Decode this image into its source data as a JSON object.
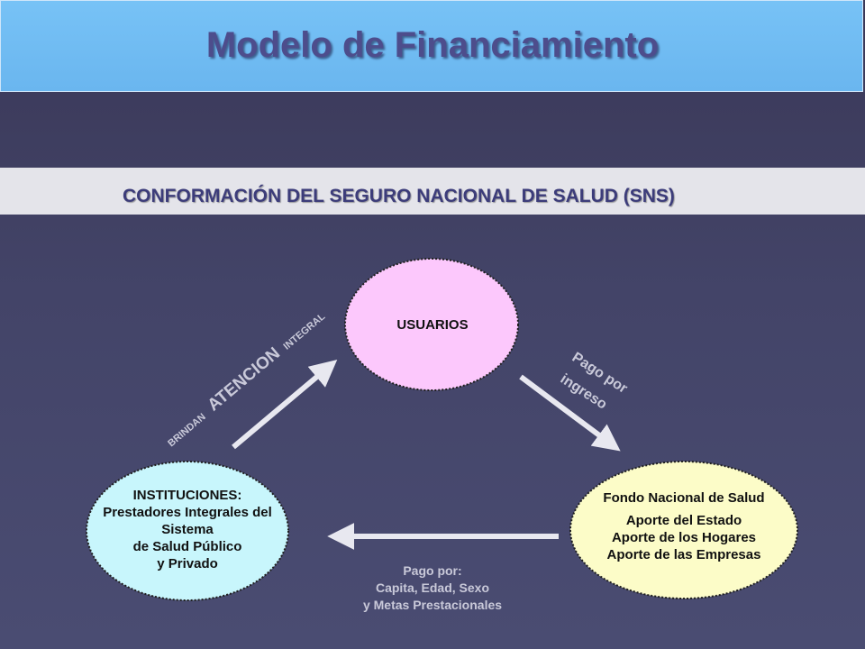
{
  "header": {
    "title": "Modelo de Financiamiento"
  },
  "section": {
    "subtitle": "CONFORMACIÓN DEL SEGURO NACIONAL DE SALUD (SNS)"
  },
  "nodes": {
    "usuarios": {
      "label": "USUARIOS"
    },
    "instituciones": {
      "lines": [
        "INSTITUCIONES:",
        "Prestadores Integrales del",
        "Sistema",
        "de Salud Público",
        "y Privado"
      ]
    },
    "fondo": {
      "title": "Fondo Nacional de Salud",
      "lines": [
        "Aporte del Estado",
        "Aporte de los Hogares",
        "Aporte de las Empresas"
      ]
    }
  },
  "edges": {
    "brindan": {
      "small1": "BRINDAN",
      "big": "ATENCION",
      "small2": "INTEGRAL"
    },
    "pago_ingreso": {
      "line1": "Pago por",
      "line2": "ingreso"
    },
    "pago_por": {
      "line1": "Pago por:",
      "line2": "Capita, Edad, Sexo",
      "line3": "y Metas Prestacionales"
    }
  },
  "colors": {
    "usuarios_fill": "#fcc8fc",
    "instituciones_fill": "#c8f6fc",
    "fondo_fill": "#fcfcc8",
    "arrow": "#e8e8f0"
  }
}
